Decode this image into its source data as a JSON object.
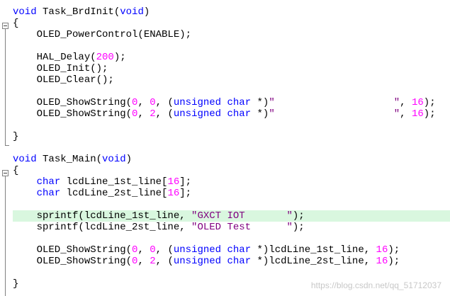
{
  "colors": {
    "keyword": "#0000ff",
    "number": "#ff00ff",
    "string": "#800080",
    "highlight": "#d9f7df"
  },
  "lines": [
    [
      [
        "kw",
        "void"
      ],
      [
        "plain",
        " Task_BrdInit("
      ],
      [
        "kw",
        "void"
      ],
      [
        "plain",
        ")"
      ]
    ],
    [
      [
        "plain",
        "{"
      ]
    ],
    [
      [
        "plain",
        "    OLED_PowerControl(ENABLE);"
      ]
    ],
    [
      [
        "plain",
        ""
      ]
    ],
    [
      [
        "plain",
        "    HAL_Delay("
      ],
      [
        "num",
        "200"
      ],
      [
        "plain",
        ");"
      ]
    ],
    [
      [
        "plain",
        "    OLED_Init();"
      ]
    ],
    [
      [
        "plain",
        "    OLED_Clear();"
      ]
    ],
    [
      [
        "plain",
        ""
      ]
    ],
    [
      [
        "plain",
        "    OLED_ShowString("
      ],
      [
        "num",
        "0"
      ],
      [
        "plain",
        ", "
      ],
      [
        "num",
        "0"
      ],
      [
        "plain",
        ", ("
      ],
      [
        "kw",
        "unsigned"
      ],
      [
        "plain",
        " "
      ],
      [
        "kw",
        "char"
      ],
      [
        "plain",
        " *)"
      ],
      [
        "str",
        "\"                    \""
      ],
      [
        "plain",
        ", "
      ],
      [
        "num",
        "16"
      ],
      [
        "plain",
        ");"
      ]
    ],
    [
      [
        "plain",
        "    OLED_ShowString("
      ],
      [
        "num",
        "0"
      ],
      [
        "plain",
        ", "
      ],
      [
        "num",
        "2"
      ],
      [
        "plain",
        ", ("
      ],
      [
        "kw",
        "unsigned"
      ],
      [
        "plain",
        " "
      ],
      [
        "kw",
        "char"
      ],
      [
        "plain",
        " *)"
      ],
      [
        "str",
        "\"                    \""
      ],
      [
        "plain",
        ", "
      ],
      [
        "num",
        "16"
      ],
      [
        "plain",
        ");"
      ]
    ],
    [
      [
        "plain",
        ""
      ]
    ],
    [
      [
        "plain",
        "}"
      ]
    ],
    [
      [
        "plain",
        ""
      ]
    ],
    [
      [
        "kw",
        "void"
      ],
      [
        "plain",
        " Task_Main("
      ],
      [
        "kw",
        "void"
      ],
      [
        "plain",
        ")"
      ]
    ],
    [
      [
        "plain",
        "{"
      ]
    ],
    [
      [
        "plain",
        "    "
      ],
      [
        "kw",
        "char"
      ],
      [
        "plain",
        " lcdLine_1st_line["
      ],
      [
        "num",
        "16"
      ],
      [
        "plain",
        "];"
      ]
    ],
    [
      [
        "plain",
        "    "
      ],
      [
        "kw",
        "char"
      ],
      [
        "plain",
        " lcdLine_2st_line["
      ],
      [
        "num",
        "16"
      ],
      [
        "plain",
        "];"
      ]
    ],
    [
      [
        "plain",
        ""
      ]
    ],
    [
      [
        "plain",
        "    sprintf(lcdLine_1st_line, "
      ],
      [
        "str",
        "\"GXCT IOT       \""
      ],
      [
        "plain",
        ");"
      ]
    ],
    [
      [
        "plain",
        "    sprintf(lcdLine_2st_line, "
      ],
      [
        "str",
        "\"OLED Test      \""
      ],
      [
        "plain",
        ");"
      ]
    ],
    [
      [
        "plain",
        ""
      ]
    ],
    [
      [
        "plain",
        "    OLED_ShowString("
      ],
      [
        "num",
        "0"
      ],
      [
        "plain",
        ", "
      ],
      [
        "num",
        "0"
      ],
      [
        "plain",
        ", ("
      ],
      [
        "kw",
        "unsigned"
      ],
      [
        "plain",
        " "
      ],
      [
        "kw",
        "char"
      ],
      [
        "plain",
        " *)lcdLine_1st_line, "
      ],
      [
        "num",
        "16"
      ],
      [
        "plain",
        ");"
      ]
    ],
    [
      [
        "plain",
        "    OLED_ShowString("
      ],
      [
        "num",
        "0"
      ],
      [
        "plain",
        ", "
      ],
      [
        "num",
        "2"
      ],
      [
        "plain",
        ", ("
      ],
      [
        "kw",
        "unsigned"
      ],
      [
        "plain",
        " "
      ],
      [
        "kw",
        "char"
      ],
      [
        "plain",
        " *)lcdLine_2st_line, "
      ],
      [
        "num",
        "16"
      ],
      [
        "plain",
        ");"
      ]
    ],
    [
      [
        "plain",
        ""
      ]
    ],
    [
      [
        "plain",
        "}"
      ]
    ]
  ],
  "highlighted_line": 18,
  "watermark": "https://blog.csdn.net/qq_51712037"
}
